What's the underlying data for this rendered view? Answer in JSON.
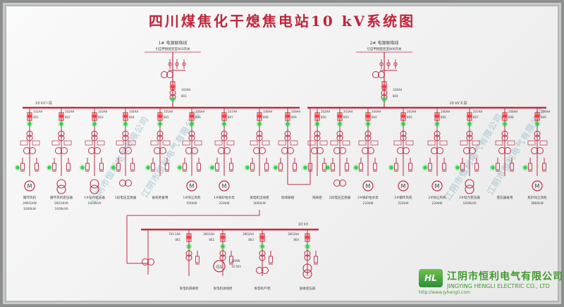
{
  "title": "四川煤焦化干熄焦电站10 kV系统图",
  "incomers": [
    {
      "name": "1# 电源联络线",
      "sub": "引自甲醇配变室803开关",
      "breaker": "103AH",
      "ct": "803"
    },
    {
      "name": "2# 电源联络线",
      "sub": "引自甲醇配变室806开关",
      "breaker": "104AH",
      "ct": "804"
    }
  ],
  "buses": [
    {
      "label": "10 kV Ⅰ 段"
    },
    {
      "label": "10 kV Ⅱ 段"
    },
    {
      "label": "10 kV"
    }
  ],
  "bus1_feeders": [
    {
      "code": "101AH",
      "ct": "801",
      "label": "循环风机",
      "rating": "3WO1KW",
      "rating2": "1600kW",
      "load": "motor"
    },
    {
      "code": "102AH",
      "ct": "802",
      "label": "循环风机变压器",
      "rating": "S9D1KVA",
      "rating2": "1600kVA",
      "load": "transformer"
    },
    {
      "code": "103AH",
      "ct": "803",
      "label": "1#动力变压器",
      "rating": "1600kVA",
      "rating2": "",
      "load": "transformer"
    },
    {
      "code": "104AH",
      "ct": "804",
      "label": "1段电压互感器",
      "rating": "",
      "rating2": "",
      "load": "pt"
    },
    {
      "code": "105AH",
      "ct": "805",
      "label": "备机柜备用",
      "rating": "",
      "rating2": "",
      "load": "none"
    },
    {
      "code": "106AH",
      "ct": "806",
      "label": "1#除尘风机",
      "rating": "500kW",
      "rating2": "",
      "load": "motor"
    },
    {
      "code": "107AH",
      "ct": "807",
      "label": "1#锅炉给水泵",
      "rating": "220kW",
      "rating2": "",
      "load": "motor"
    },
    {
      "code": "108AH",
      "ct": "808",
      "label": "发电机出线柜",
      "rating": "3000kW",
      "rating2": "",
      "load": "none"
    },
    {
      "code": "109AH",
      "ct": "809",
      "label": "母线联络",
      "rating": "",
      "rating2": "",
      "load": "none"
    }
  ],
  "bus2_feeders": [
    {
      "code": "202AH",
      "ct": "800",
      "label": "隔离柜",
      "rating": "",
      "rating2": "",
      "load": "none"
    },
    {
      "code": "203AH",
      "ct": "803",
      "label": "2段电压互感器",
      "rating": "",
      "rating2": "",
      "load": "pt"
    },
    {
      "code": "204AH",
      "ct": "804",
      "label": "2#锅炉给水泵",
      "rating": "220kW",
      "rating2": "",
      "load": "motor"
    },
    {
      "code": "205AH",
      "ct": "805",
      "label": "2#循环风机",
      "rating": "220kW",
      "rating2": "",
      "load": "motor"
    },
    {
      "code": "206AH",
      "ct": "806",
      "label": "2#除尘风机",
      "rating": "220kW",
      "rating2": "",
      "load": "motor"
    },
    {
      "code": "207AH",
      "ct": "807",
      "label": "2#动力变压器",
      "rating": "1600kVA",
      "rating2": "",
      "load": "transformer"
    },
    {
      "code": "208AH",
      "ct": "808",
      "label": "变压器备用",
      "rating": "",
      "rating2": "",
      "load": "none"
    },
    {
      "code": "209AH",
      "ct": "809",
      "label": "焦炉除尘风机",
      "rating": "3860kW",
      "rating2": "",
      "load": "motor"
    }
  ],
  "bus3_feeders": [
    {
      "code": "TAS 10A",
      "ct": "861",
      "label": "发电机隔离柜",
      "load": "none"
    },
    {
      "code": "3901AH",
      "ct": "862",
      "label": "发电机进线柜",
      "load": "generator"
    },
    {
      "code": "3902AH",
      "ct": "863",
      "label": "发电机PT柜",
      "load": "pt"
    },
    {
      "code": "3903AH",
      "ct": "864",
      "label": "励磁变压器",
      "load": "transformer"
    }
  ],
  "generator": {
    "symbol": "GS",
    "rating": "12MW",
    "rating2": "10.5kV"
  },
  "brand": {
    "logo": "HL",
    "name": "江阴市恒利电气有限公司",
    "sub": "JINGYING HENGLI ELECTRIC CO., LTD",
    "url": "http://www.jyhengli.com"
  },
  "colors": {
    "bus": "#c8283f",
    "wire": "#bc2d45",
    "led_red": "#ff3b3b",
    "led_green": "#2fd24a",
    "text": "#555555"
  }
}
